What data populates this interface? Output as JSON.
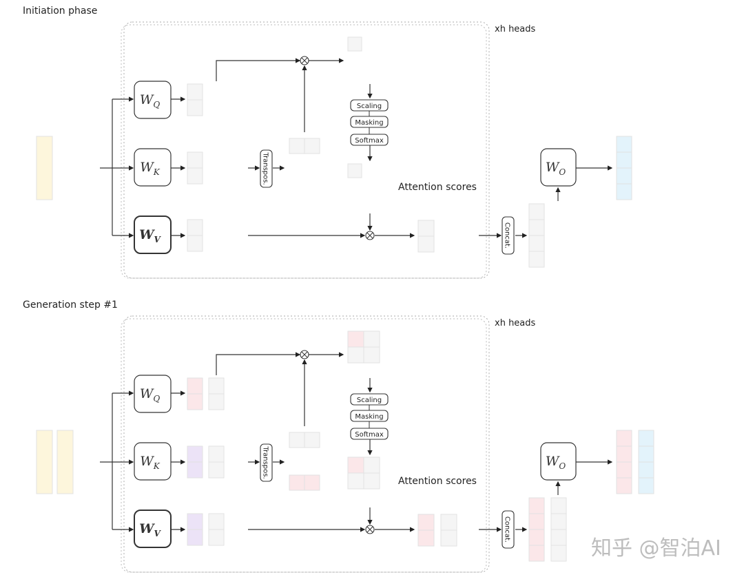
{
  "panels": [
    {
      "title": "Initiation phase",
      "heads_label": "xh heads",
      "attention_label": "Attention scores",
      "weights": {
        "q": "W",
        "q_sub": "Q",
        "k": "W",
        "k_sub": "K",
        "v": "W",
        "v_sub": "V",
        "o": "W",
        "o_sub": "O"
      },
      "ops": {
        "scaling": "Scaling",
        "masking": "Masking",
        "softmax": "Softmax",
        "transpose": "Transpos.",
        "concat": "Concat."
      },
      "tokens": 1
    },
    {
      "title": "Generation step #1",
      "heads_label": "xh heads",
      "attention_label": "Attention scores",
      "weights": {
        "q": "W",
        "q_sub": "Q",
        "k": "W",
        "k_sub": "K",
        "v": "W",
        "v_sub": "V",
        "o": "W",
        "o_sub": "O"
      },
      "ops": {
        "scaling": "Scaling",
        "masking": "Masking",
        "softmax": "Softmax",
        "transpose": "Transpos.",
        "concat": "Concat."
      },
      "tokens": 2
    }
  ],
  "colors": {
    "input": "#fdf6dc",
    "output": "#e3f3fb",
    "cached": "#f5f5f5",
    "new_token": "#fbe7e9",
    "kv_new": "#ece3f7",
    "line": "#333333"
  },
  "watermark": "知乎 @智泊AI"
}
